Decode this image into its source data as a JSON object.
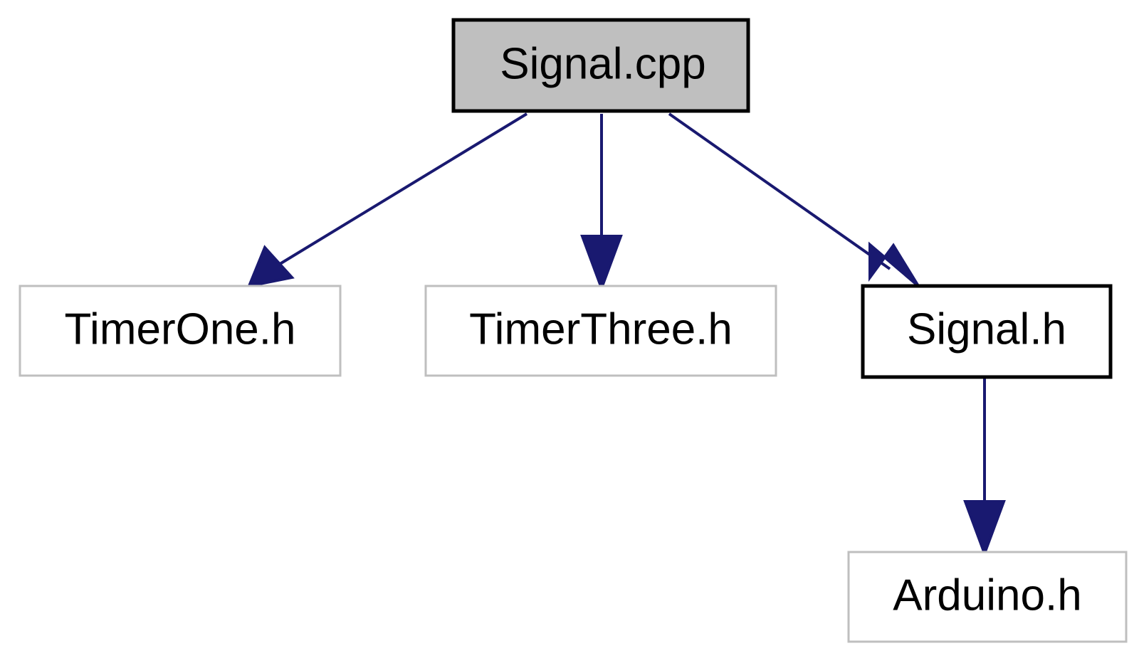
{
  "diagram": {
    "colors": {
      "edge": "#191970",
      "root_fill": "#bfbfbf",
      "root_border": "#000000",
      "node_fill": "#ffffff",
      "node_border": "#bfbfbf",
      "documented_border": "#000000",
      "text": "#000000"
    },
    "nodes": {
      "signal_cpp": {
        "label": "Signal.cpp"
      },
      "timerone_h": {
        "label": "TimerOne.h"
      },
      "timerthree_h": {
        "label": "TimerThree.h"
      },
      "signal_h": {
        "label": "Signal.h"
      },
      "arduino_h": {
        "label": "Arduino.h"
      }
    },
    "edges": [
      {
        "from": "Signal.cpp",
        "to": "TimerOne.h"
      },
      {
        "from": "Signal.cpp",
        "to": "TimerThree.h"
      },
      {
        "from": "Signal.cpp",
        "to": "Signal.h"
      },
      {
        "from": "Signal.h",
        "to": "Arduino.h"
      }
    ]
  }
}
